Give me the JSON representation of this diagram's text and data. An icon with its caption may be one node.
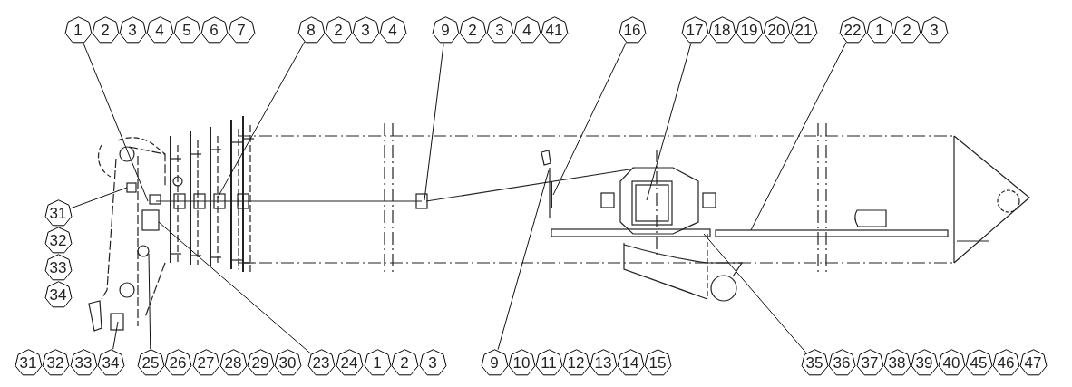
{
  "diagram": {
    "nodes": [
      {
        "text": [
          "1"
        ]
      },
      {
        "text": [
          "2"
        ]
      },
      {
        "text": [
          "3"
        ]
      },
      {
        "text": [
          "4"
        ]
      },
      {
        "text": [
          "5"
        ]
      },
      {
        "text": [
          "6"
        ]
      },
      {
        "text": [
          "7"
        ]
      },
      {
        "text": [
          "8"
        ]
      },
      {
        "text": [
          "2"
        ]
      },
      {
        "text": [
          "3"
        ]
      },
      {
        "text": [
          "4"
        ]
      },
      {
        "text": [
          "9"
        ]
      },
      {
        "text": [
          "2"
        ]
      },
      {
        "text": [
          "3"
        ]
      },
      {
        "text": [
          "4"
        ]
      },
      {
        "text": [
          "41"
        ]
      },
      {
        "text": [
          "16"
        ]
      },
      {
        "text": [
          "17"
        ]
      },
      {
        "text": [
          "18"
        ]
      },
      {
        "text": [
          "19"
        ]
      },
      {
        "text": [
          "20"
        ]
      },
      {
        "text": [
          "21"
        ]
      },
      {
        "text": [
          "22"
        ]
      },
      {
        "text": [
          "1"
        ]
      },
      {
        "text": [
          "2"
        ]
      },
      {
        "text": [
          "3"
        ]
      },
      {
        "text": [
          "31"
        ]
      },
      {
        "text": [
          "32"
        ]
      },
      {
        "text": [
          "33"
        ]
      },
      {
        "text": [
          "34"
        ]
      },
      {
        "text": [
          "31"
        ]
      },
      {
        "text": [
          "32"
        ]
      },
      {
        "text": [
          "33"
        ]
      },
      {
        "text": [
          "34"
        ]
      },
      {
        "text": [
          "25"
        ]
      },
      {
        "text": [
          "26"
        ]
      },
      {
        "text": [
          "27"
        ]
      },
      {
        "text": [
          "28"
        ]
      },
      {
        "text": [
          "29"
        ]
      },
      {
        "text": [
          "30"
        ]
      },
      {
        "text": [
          "23"
        ]
      },
      {
        "text": [
          "24"
        ]
      },
      {
        "text": [
          "1"
        ]
      },
      {
        "text": [
          "2"
        ]
      },
      {
        "text": [
          "3"
        ]
      },
      {
        "text": [
          "9"
        ]
      },
      {
        "text": [
          "10"
        ]
      },
      {
        "text": [
          "11"
        ]
      },
      {
        "text": [
          "12"
        ]
      },
      {
        "text": [
          "13"
        ]
      },
      {
        "text": [
          "14"
        ]
      },
      {
        "text": [
          "15"
        ]
      },
      {
        "text": [
          "35"
        ]
      },
      {
        "text": [
          "36"
        ]
      },
      {
        "text": [
          "37"
        ]
      },
      {
        "text": [
          "38"
        ]
      },
      {
        "text": [
          "39"
        ]
      },
      {
        "text": [
          "40"
        ]
      },
      {
        "text": [
          "45"
        ]
      },
      {
        "text": [
          "46"
        ]
      },
      {
        "text": [
          "47"
        ]
      }
    ],
    "edges": [
      {
        "from": 0,
        "to": null,
        "arrow": "none"
      },
      {
        "from": 7,
        "to": null,
        "arrow": "none"
      },
      {
        "from": 11,
        "to": null,
        "arrow": "none"
      },
      {
        "from": 16,
        "to": null,
        "arrow": "none"
      },
      {
        "from": 17,
        "to": null,
        "arrow": "none"
      },
      {
        "from": 22,
        "to": null,
        "arrow": "none"
      },
      {
        "from": 26,
        "to": null,
        "arrow": "none"
      },
      {
        "from": 33,
        "to": null,
        "arrow": "none"
      },
      {
        "from": 34,
        "to": null,
        "arrow": "none"
      },
      {
        "from": 40,
        "to": null,
        "arrow": "none"
      },
      {
        "from": 45,
        "to": null,
        "arrow": "none"
      },
      {
        "from": 52,
        "to": null,
        "arrow": "none"
      }
    ]
  }
}
